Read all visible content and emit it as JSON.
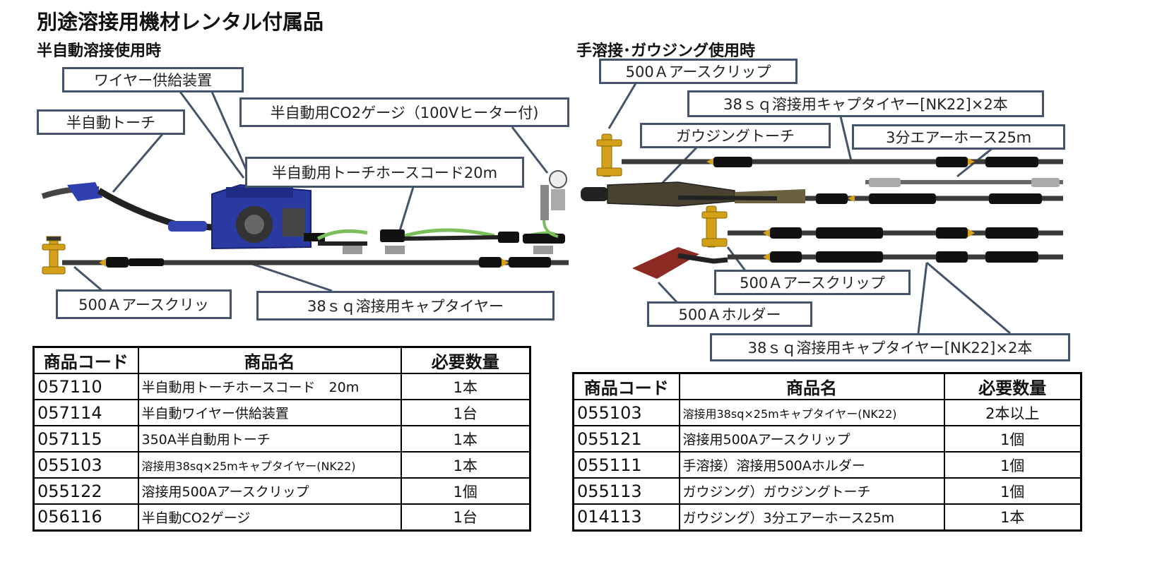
{
  "page_title": "別途溶接用機材レンタル付属品",
  "left_section": {
    "heading": "半自動溶接使用時",
    "labels": {
      "wire_feeder": "ワイヤー供給装置",
      "torch": "半自動トーチ",
      "co2_gauge": "半自動用CO2ゲージ（100Vヒーター付)",
      "hose_cord": "半自動用トーチホースコード20m",
      "earth_clip": "500Ａアースクリッ",
      "cabtire": "38ｓｑ溶接用キャプタイヤー"
    },
    "table": {
      "headers": [
        "商品コード",
        "商品名",
        "必要数量"
      ],
      "rows": [
        {
          "code": "057110",
          "name": "半自動用トーチホースコード　20m",
          "qty": "1本"
        },
        {
          "code": "057114",
          "name": "半自動ワイヤー供給装置",
          "qty": "1台"
        },
        {
          "code": "057115",
          "name": "350A半自動用トーチ",
          "qty": "1本"
        },
        {
          "code": "055103",
          "name": "溶接用38sq×25mキャプタイヤー(NK22)",
          "qty": "1本"
        },
        {
          "code": "055122",
          "name": "溶接用500Aアースクリップ",
          "qty": "1個"
        },
        {
          "code": "056116",
          "name": "半自動CO2ゲージ",
          "qty": "1台"
        }
      ]
    }
  },
  "right_section": {
    "heading": "手溶接･ガウジング使用時",
    "labels": {
      "earth_clip_top": "500Ａアースクリップ",
      "cabtire_top": "38ｓｑ溶接用キャプタイヤー[NK22]×2本",
      "gouging_torch": "ガウジングトーチ",
      "air_hose": "3分エアーホース25ｍ",
      "earth_clip_mid": "500Ａアースクリップ",
      "holder": "500Ａホルダー",
      "cabtire_bottom": "38ｓｑ溶接用キャプタイヤー[NK22]×2本"
    },
    "table": {
      "headers": [
        "商品コード",
        "商品名",
        "必要数量"
      ],
      "rows": [
        {
          "code": "055103",
          "name": "溶接用38sq×25mキャプタイヤー(NK22)",
          "qty": "2本以上"
        },
        {
          "code": "055121",
          "name": "溶接用500Aアースクリップ",
          "qty": "1個"
        },
        {
          "code": "055111",
          "name": "手溶接）溶接用500Aホルダー",
          "qty": "1個"
        },
        {
          "code": "055113",
          "name": "ガウジング）ガウジングトーチ",
          "qty": "1個"
        },
        {
          "code": "014113",
          "name": "ガウジング）3分エアーホース25m",
          "qty": "1本"
        }
      ]
    }
  },
  "colors": {
    "callout_border": "#44546a",
    "machine_blue": "#2a3aa0",
    "cable_black": "#1a1a1a",
    "clamp_gold": "#d4a017",
    "hose_green": "#7bbf5a",
    "holder_red": "#8a2a22"
  }
}
